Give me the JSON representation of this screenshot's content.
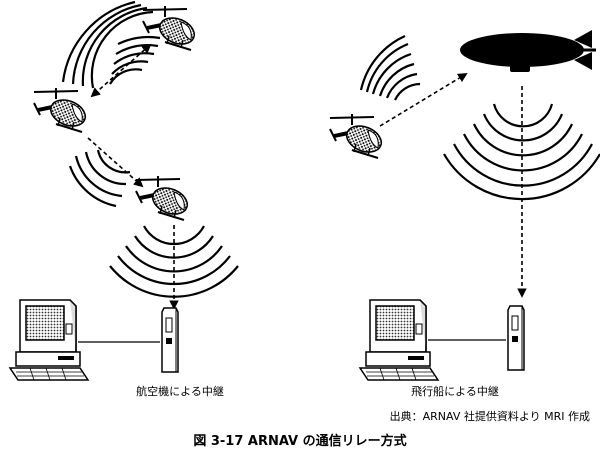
{
  "labels": {
    "left_caption": "航空機による中継",
    "right_caption": "飛行船による中継",
    "source": "出典：ARNAV 社提供資料より MRI 作成",
    "figure_title": "図 3-17 ARNAV の通信リレー方式"
  },
  "icons": [
    "helicopter-icon",
    "airship-icon",
    "desktop-computer-icon",
    "radio-station-icon",
    "radio-wave-icon"
  ]
}
